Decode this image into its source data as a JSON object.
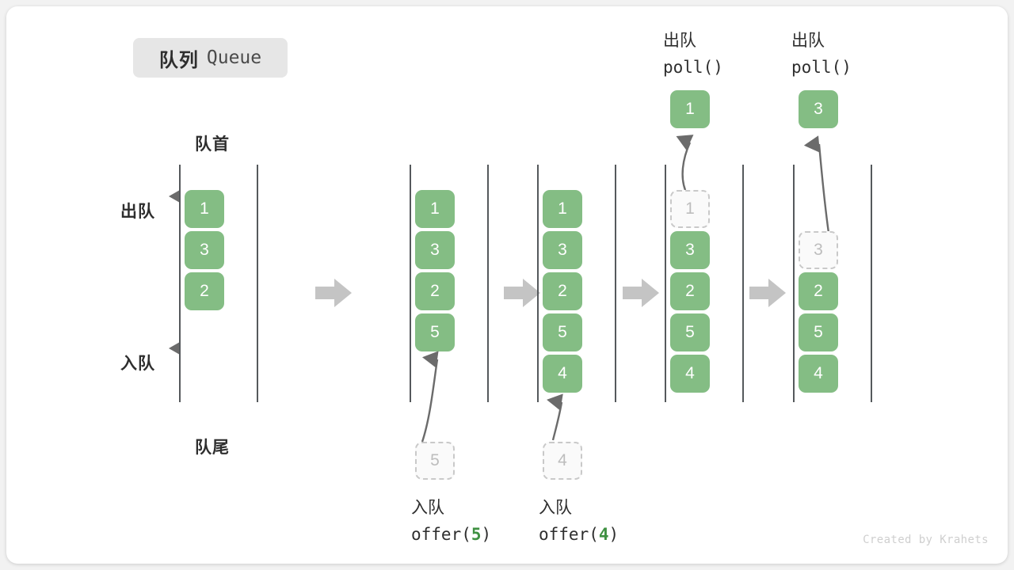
{
  "title": {
    "cn": "队列",
    "en": "Queue"
  },
  "labels": {
    "head": "队首",
    "tail": "队尾",
    "dequeue": "出队",
    "enqueue": "入队"
  },
  "colors": {
    "cell_fill": "#84bd84",
    "cell_text": "#ffffff",
    "ghost_border": "#c9c9c9",
    "ghost_text": "#bdbdbd",
    "rail": "#55595c",
    "flow_arrow": "#c4c4c4",
    "op_arrow": "#6b6b6b",
    "code_accent": "#3f9142",
    "badge_bg": "#e6e6e6",
    "text": "#2e2e2e"
  },
  "stages": [
    {
      "name": "initial",
      "cells": [
        {
          "value": "1",
          "state": "filled"
        },
        {
          "value": "3",
          "state": "filled"
        },
        {
          "value": "2",
          "state": "filled"
        }
      ]
    },
    {
      "name": "after-offer-5",
      "cells": [
        {
          "value": "1",
          "state": "filled"
        },
        {
          "value": "3",
          "state": "filled"
        },
        {
          "value": "2",
          "state": "filled"
        },
        {
          "value": "5",
          "state": "filled"
        }
      ],
      "input_ghost": "5",
      "caption": {
        "cn": "入队",
        "code_prefix": "offer(",
        "code_arg": "5",
        "code_suffix": ")"
      }
    },
    {
      "name": "after-offer-4",
      "cells": [
        {
          "value": "1",
          "state": "filled"
        },
        {
          "value": "3",
          "state": "filled"
        },
        {
          "value": "2",
          "state": "filled"
        },
        {
          "value": "5",
          "state": "filled"
        },
        {
          "value": "4",
          "state": "filled"
        }
      ],
      "input_ghost": "4",
      "caption": {
        "cn": "入队",
        "code_prefix": "offer(",
        "code_arg": "4",
        "code_suffix": ")"
      }
    },
    {
      "name": "after-poll-1",
      "cells": [
        {
          "value": "1",
          "state": "ghost"
        },
        {
          "value": "3",
          "state": "filled"
        },
        {
          "value": "2",
          "state": "filled"
        },
        {
          "value": "5",
          "state": "filled"
        },
        {
          "value": "4",
          "state": "filled"
        }
      ],
      "popped": "1",
      "caption": {
        "cn": "出队",
        "code_prefix": "poll()",
        "code_arg": "",
        "code_suffix": ""
      }
    },
    {
      "name": "after-poll-3",
      "cells": [
        {
          "value": "3",
          "state": "ghost",
          "slot": 1
        },
        {
          "value": "2",
          "state": "filled",
          "slot": 2
        },
        {
          "value": "5",
          "state": "filled",
          "slot": 3
        },
        {
          "value": "4",
          "state": "filled",
          "slot": 4
        }
      ],
      "popped": "3",
      "caption": {
        "cn": "出队",
        "code_prefix": "poll()",
        "code_arg": "",
        "code_suffix": ""
      }
    }
  ],
  "watermark": "Created by Krahets"
}
